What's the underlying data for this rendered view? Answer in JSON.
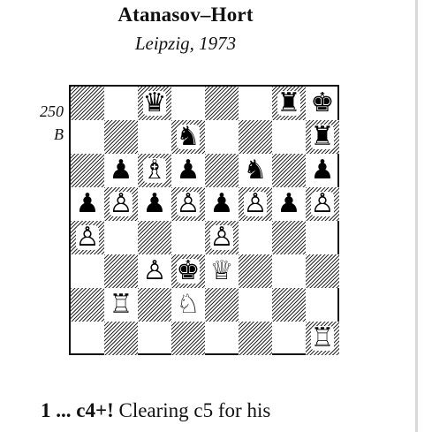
{
  "heading": {
    "title": "Atanasov–Hort",
    "subtitle": "Leipzig, 1973"
  },
  "diagram": {
    "number": "250",
    "side_to_move": "B",
    "pieces": [
      {
        "square": "c8",
        "glyph": "♛",
        "name": "black-queen-c8-icon"
      },
      {
        "square": "g8",
        "glyph": "♜",
        "name": "black-rook-g8-icon"
      },
      {
        "square": "h8",
        "glyph": "♚",
        "name": "black-king-h8-icon"
      },
      {
        "square": "d7",
        "glyph": "♞",
        "name": "black-knight-d7-icon"
      },
      {
        "square": "h7",
        "glyph": "♜",
        "name": "black-rook-h7-icon"
      },
      {
        "square": "b6",
        "glyph": "♟",
        "name": "black-pawn-b6-icon"
      },
      {
        "square": "c6",
        "glyph": "♗",
        "name": "white-bishop-c6-icon"
      },
      {
        "square": "d6",
        "glyph": "♟",
        "name": "black-pawn-d6-icon"
      },
      {
        "square": "f6",
        "glyph": "♞",
        "name": "black-knight-f6-icon"
      },
      {
        "square": "h6",
        "glyph": "♟",
        "name": "black-pawn-h6-icon"
      },
      {
        "square": "a5",
        "glyph": "♟",
        "name": "black-pawn-a5-icon"
      },
      {
        "square": "b5",
        "glyph": "♙",
        "name": "white-pawn-b5-icon"
      },
      {
        "square": "c5",
        "glyph": "♟",
        "name": "black-pawn-c5-icon"
      },
      {
        "square": "d5",
        "glyph": "♙",
        "name": "white-pawn-d5-icon"
      },
      {
        "square": "e5",
        "glyph": "♟",
        "name": "black-pawn-e5-icon"
      },
      {
        "square": "f5",
        "glyph": "♙",
        "name": "white-pawn-f5-icon"
      },
      {
        "square": "g5",
        "glyph": "♟",
        "name": "black-pawn-g5-icon"
      },
      {
        "square": "h5",
        "glyph": "♙",
        "name": "white-pawn-h5-icon"
      },
      {
        "square": "a4",
        "glyph": "♙",
        "name": "white-pawn-a4-icon"
      },
      {
        "square": "e4",
        "glyph": "♙",
        "name": "white-pawn-e4-icon"
      },
      {
        "square": "c3",
        "glyph": "♙",
        "name": "white-pawn-c3-icon"
      },
      {
        "square": "d3",
        "glyph": "♚",
        "name": "black-king-d3-icon"
      },
      {
        "square": "e3",
        "glyph": "♕",
        "name": "white-queen-e3-icon"
      },
      {
        "square": "b2",
        "glyph": "♖",
        "name": "white-rook-b2-icon"
      },
      {
        "square": "d2",
        "glyph": "♘",
        "name": "white-knight-d2-icon"
      },
      {
        "square": "h1",
        "glyph": "♖",
        "name": "white-rook-h1-icon"
      }
    ]
  },
  "commentary": {
    "move": "1 ... c4+!",
    "text": " Clearing c5 for his"
  }
}
